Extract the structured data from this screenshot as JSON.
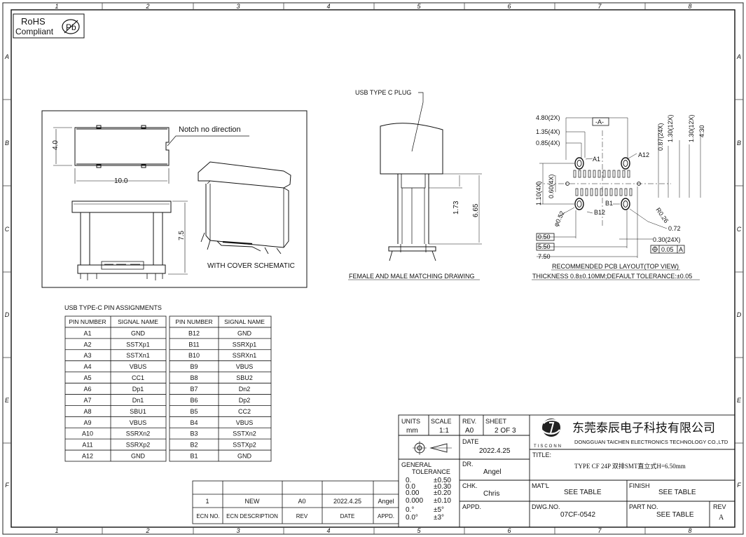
{
  "zone_columns": [
    "1",
    "2",
    "3",
    "4",
    "5",
    "6",
    "7",
    "8"
  ],
  "zone_rows": [
    "A",
    "B",
    "C",
    "D",
    "E",
    "F"
  ],
  "rohs": {
    "line1": "RoHS",
    "line2": "Compliant",
    "pb": "Pb"
  },
  "view1": {
    "notch_label": "Notch no direction",
    "dim_width": "10.0",
    "dim_height": "4.0",
    "dim_side": "7.5",
    "cover_caption": "WITH COVER SCHEMATIC"
  },
  "view2": {
    "plug_label": "USB TYPE C PLUG",
    "dim_a": "1.73",
    "dim_b": "6.65",
    "caption": "FEMALE AND MALE MATCHING DRAWING"
  },
  "pcb": {
    "labels": {
      "d480": "4.80(2X)",
      "d135": "1.35(4X)",
      "d085": "0.85(4X)",
      "datum": "-A-",
      "a1": "A1",
      "a12": "A12",
      "b1": "B1",
      "b12": "B12",
      "d087": "0.87(24X)",
      "d130a": "1.30(12X)",
      "d130b": "1.30(12X)",
      "d430": "4.30",
      "d110": "1.10(4X)",
      "d060": "0.60(4X)",
      "d052": "φ0.52",
      "r026": "R0.26",
      "d072": "0.72",
      "d050": "0.50",
      "d550": "5.50",
      "d750": "7.50",
      "d030": "0.30(24X)",
      "tol_value": "0.05",
      "tol_datum": "A"
    },
    "caption": "RECOMMENDED PCB LAYOUT(TOP VIEW)",
    "thickness": "THICKNESS 0.8±0.10MM;DEFAULT TOLERANCE:±0.05"
  },
  "pin_table": {
    "title": "USB TYPE-C PIN ASSIGNMENTS",
    "headers": [
      "PIN NUMBER",
      "SIGNAL NAME",
      "PIN NUMBER",
      "SIGNAL NAME"
    ],
    "rows": [
      [
        "A1",
        "GND",
        "B12",
        "GND"
      ],
      [
        "A2",
        "SSTXp1",
        "B11",
        "SSRXp1"
      ],
      [
        "A3",
        "SSTXn1",
        "B10",
        "SSRXn1"
      ],
      [
        "A4",
        "VBUS",
        "B9",
        "VBUS"
      ],
      [
        "A5",
        "CC1",
        "B8",
        "SBU2"
      ],
      [
        "A6",
        "Dp1",
        "B7",
        "Dn2"
      ],
      [
        "A7",
        "Dn1",
        "B6",
        "Dp2"
      ],
      [
        "A8",
        "SBU1",
        "B5",
        "CC2"
      ],
      [
        "A9",
        "VBUS",
        "B4",
        "VBUS"
      ],
      [
        "A10",
        "SSRXn2",
        "B3",
        "SSTXn2"
      ],
      [
        "A11",
        "SSRXp2",
        "B2",
        "SSTXp2"
      ],
      [
        "A12",
        "GND",
        "B1",
        "GND"
      ]
    ]
  },
  "revision": {
    "row": {
      "ecn_no": "1",
      "description": "NEW",
      "rev": "A0",
      "date": "2022.4.25",
      "appd": "Angel"
    },
    "headers": {
      "ecn_no": "ECN NO.",
      "description": "ECN DESCRIPTION",
      "rev": "REV",
      "date": "DATE",
      "appd": "APPD."
    }
  },
  "title_block": {
    "units_label": "UNITS",
    "units_value": "mm",
    "scale_label": "SCALE",
    "scale_value": "1:1",
    "rev_label": "REV.",
    "rev_value": "A0",
    "sheet_label": "SHEET",
    "sheet_value": "2 OF 3",
    "date_label": "DATE",
    "date_value": "2022.4.25",
    "dr_label": "DR.",
    "dr_value": "Angel",
    "chk_label": "CHK.",
    "chk_value": "Chris",
    "appd_label": "APPD.",
    "tol_label1": "GENERAL",
    "tol_label2": "TOLERANCE",
    "tol_rows": [
      [
        "0.",
        "±0.50"
      ],
      [
        "0.0",
        "±0.30"
      ],
      [
        "0.00",
        "±0.20"
      ],
      [
        "0.000",
        "±0.10"
      ],
      [
        "0.°",
        "±5°"
      ],
      [
        "0.0°",
        "±3°"
      ]
    ],
    "company_cn": "东莞泰辰电子科技有限公司",
    "company_en": "DONGGUAN TAICHEN ELECTRONICS TECHNOLOGY CO.,LTD",
    "company_sub": "TISCONN",
    "title_label": "TITLE:",
    "title_value": "TYPE CF 24P 双排SMT直立式H=6.50mm",
    "matl_label": "MAT'L",
    "matl_value": "SEE TABLE",
    "finish_label": "FINISH",
    "finish_value": "SEE TABLE",
    "dwg_label": "DWG.NO.",
    "dwg_value": "07CF-0542",
    "part_label": "PART NO.",
    "part_value": "SEE TABLE",
    "rev2_label": "REV",
    "rev2_value": "A"
  }
}
